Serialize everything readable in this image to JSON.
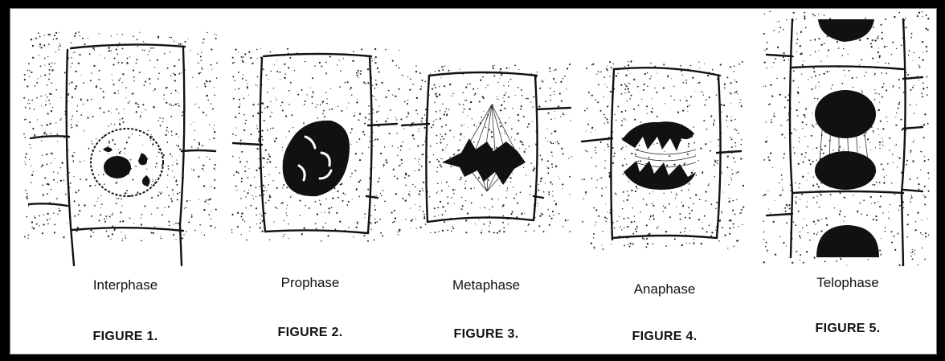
{
  "panels": [
    {
      "id": "interphase",
      "phase": "Interphase",
      "figure": "FIGURE 1."
    },
    {
      "id": "prophase",
      "phase": "Prophase",
      "figure": "FIGURE 2."
    },
    {
      "id": "metaphase",
      "phase": "Metaphase",
      "figure": "FIGURE 3."
    },
    {
      "id": "anaphase",
      "phase": "Anaphase",
      "figure": "FIGURE 4."
    },
    {
      "id": "telophase",
      "phase": "Telophase",
      "figure": "FIGURE 5."
    }
  ],
  "colors": {
    "ink": "#111111",
    "paper": "#ffffff",
    "frame": "#000000"
  }
}
